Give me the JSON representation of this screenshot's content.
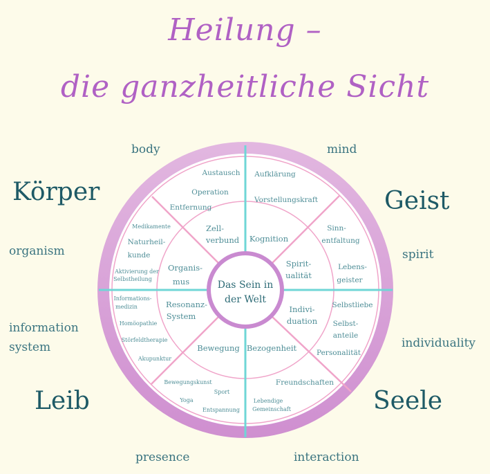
{
  "title": {
    "line1": "Heilung –",
    "line2": "die ganzheitliche Sicht"
  },
  "corners": {
    "top_left": "Körper",
    "top_right": "Geist",
    "bottom_left": "Leib",
    "bottom_right": "Seele"
  },
  "side_labels": {
    "body": "body",
    "mind": "mind",
    "organism": "organism",
    "spirit": "spirit",
    "information": "information",
    "system": "system",
    "individuality": "individuality",
    "presence": "presence",
    "interaction": "interaction"
  },
  "center": {
    "line1": "Das Sein in",
    "line2": "der Welt"
  },
  "inner_ring": {
    "zellverbund_1": "Zell-",
    "zellverbund_2": "verbund",
    "kognition": "Kognition",
    "organismus_1": "Organis-",
    "organismus_2": "mus",
    "spiritualitaet_1": "Spirit-",
    "spiritualitaet_2": "ualität",
    "resonanz_1": "Resonanz-",
    "resonanz_2": "System",
    "individuation_1": "Indivi-",
    "individuation_2": "duation",
    "bewegung": "Bewegung",
    "bezogenheit": "Bezogenheit"
  },
  "outer_ring": {
    "austausch": "Austausch",
    "operation": "Operation",
    "entfernung": "Entfernung",
    "aufklaerung": "Aufklärung",
    "vorstellungskraft": "Vorstellungskraft",
    "medikamente": "Medikamente",
    "naturheilkunde_1": "Naturheil-",
    "naturheilkunde_2": "kunde",
    "aktivierung_1": "Aktivierung der",
    "aktivierung_2": "Selbstheilung",
    "sinnentfaltung_1": "Sinn-",
    "sinnentfaltung_2": "entfaltung",
    "lebensgeister_1": "Lebens-",
    "lebensgeister_2": "geister",
    "informationsmedizin_1": "Informations-",
    "informationsmedizin_2": "medizin",
    "homoeopathie": "Homöopathie",
    "stoerfeldtherapie": "Störfeldtherapie",
    "akupunktur": "Akupunktur",
    "selbstliebe": "Selbstliebe",
    "selbstanteile_1": "Selbst-",
    "selbstanteile_2": "anteile",
    "personalitaet": "Personalität",
    "bewegungskunst": "Bewegungskunst",
    "sport": "Sport",
    "yoga": "Yoga",
    "entspannung": "Entspannung",
    "freundschaften": "Freundschaften",
    "gemeinschaft_1": "Lebendige",
    "gemeinschaft_2": "Gemeinschaft"
  },
  "colors": {
    "title": "#b061c4",
    "outer_ring": "#d79bd8",
    "inner_disc": "#f3dff2",
    "divider_cyan": "#6fd6d6",
    "divider_pink": "#f0a4c9",
    "text": "#4f8e97",
    "background": "#fdfbea"
  }
}
